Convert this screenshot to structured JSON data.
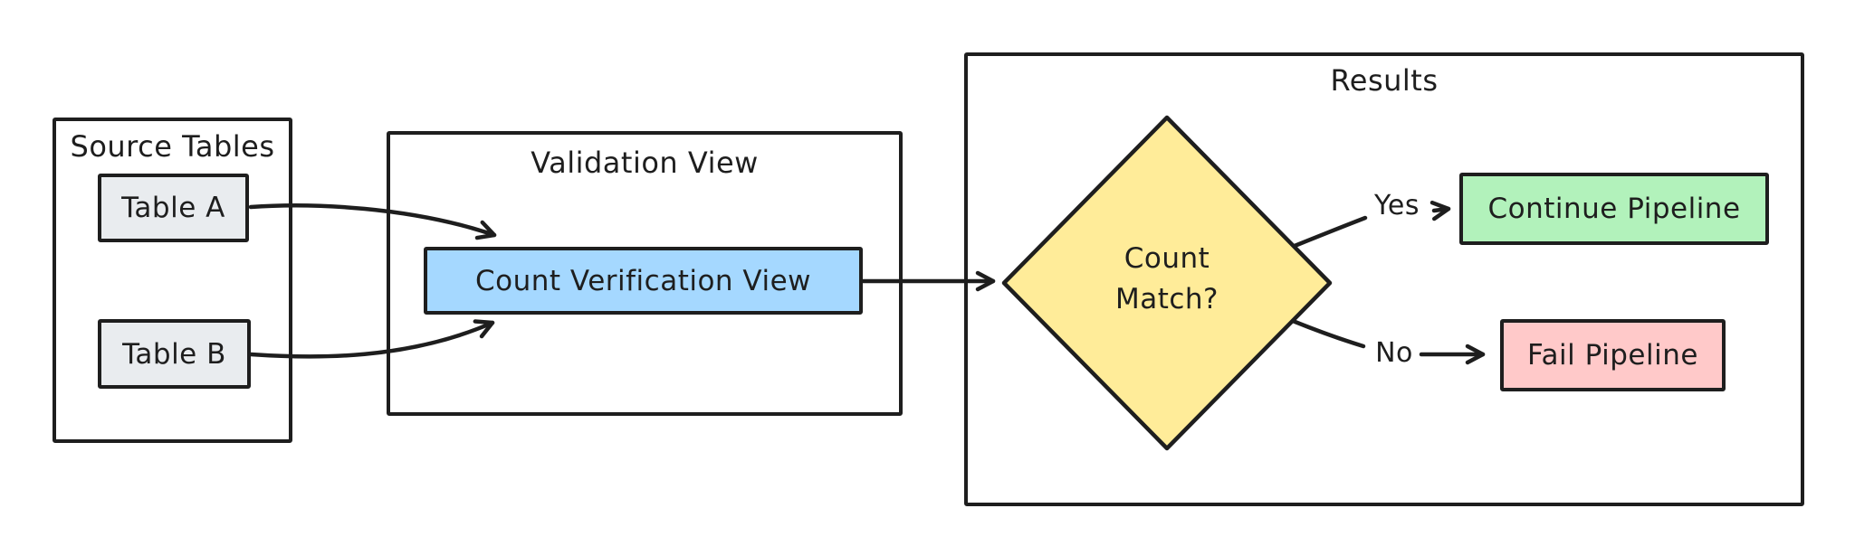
{
  "canvas": {
    "background": "#ffffff",
    "stroke": "#1e1e1e"
  },
  "containers": {
    "source_tables": {
      "title": "Source Tables"
    },
    "validation_view": {
      "title": "Validation View"
    },
    "results": {
      "title": "Results"
    }
  },
  "nodes": {
    "table_a": {
      "label": "Table A",
      "fill": "#e9ecef"
    },
    "table_b": {
      "label": "Table B",
      "fill": "#e9ecef"
    },
    "count_verification_view": {
      "label": "Count Verification View",
      "fill": "#a5d8ff"
    },
    "count_match": {
      "line1": "Count",
      "line2": "Match?",
      "fill": "#ffec99"
    },
    "continue_pipeline": {
      "label": "Continue Pipeline",
      "fill": "#b2f2bb"
    },
    "fail_pipeline": {
      "label": "Fail Pipeline",
      "fill": "#ffc9c9"
    }
  },
  "edge_labels": {
    "yes": "Yes",
    "no": "No"
  }
}
